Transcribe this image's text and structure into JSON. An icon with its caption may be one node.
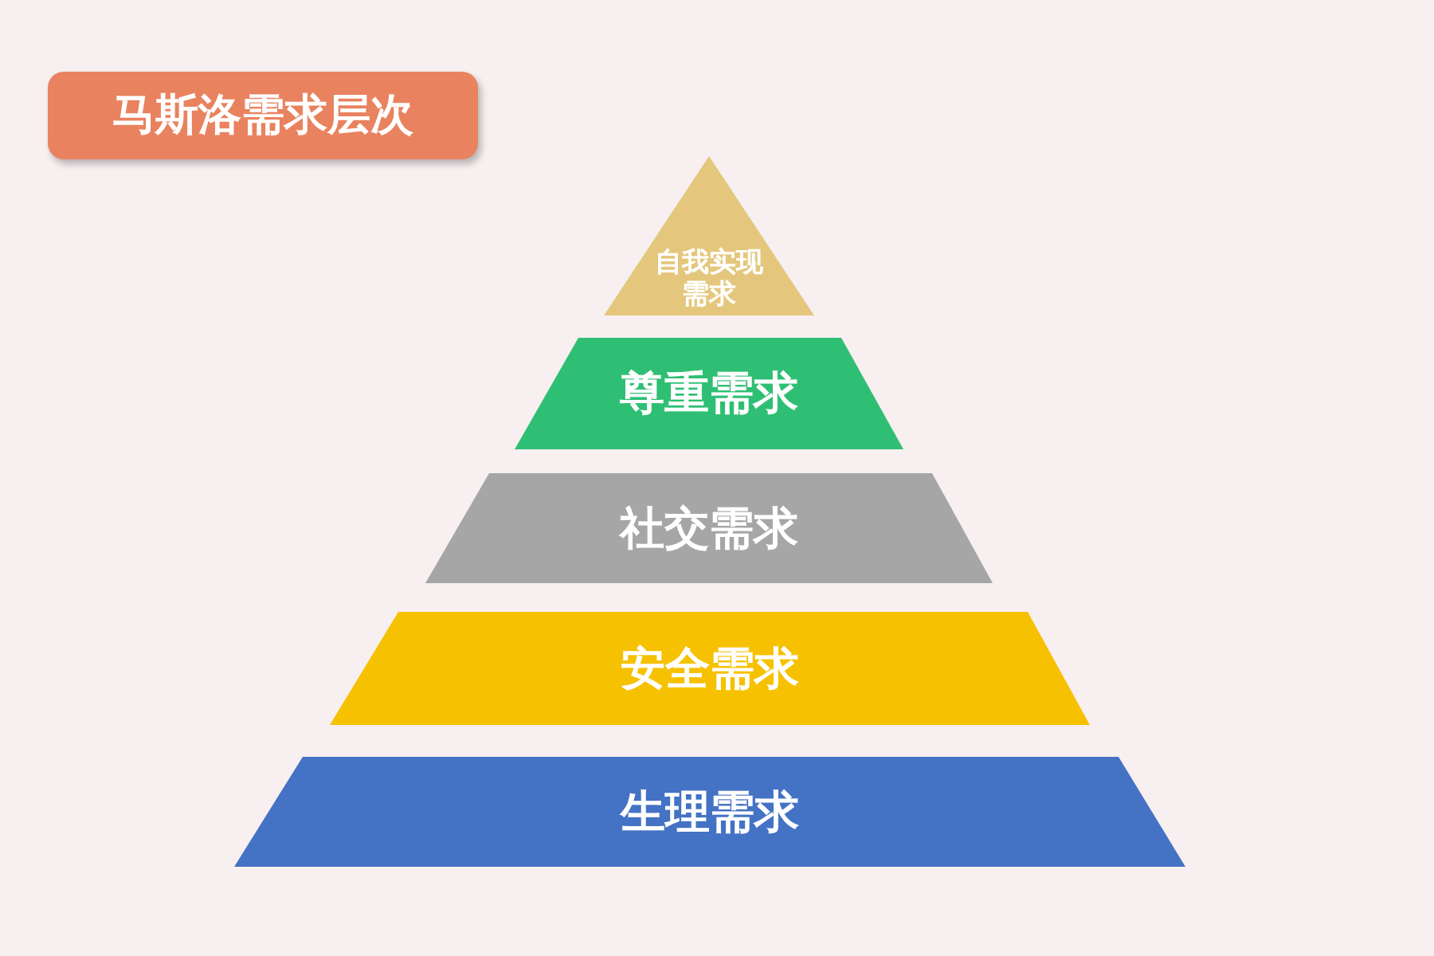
{
  "diagram": {
    "title": "马斯洛需求层次",
    "nodes": [
      {
        "text": [
          "自我实现需求"
        ]
      },
      {
        "text": [
          "尊重需求"
        ]
      },
      {
        "text": [
          "社交需求"
        ]
      },
      {
        "text": [
          "安全需求"
        ]
      },
      {
        "text": [
          "生理需求"
        ]
      }
    ]
  }
}
